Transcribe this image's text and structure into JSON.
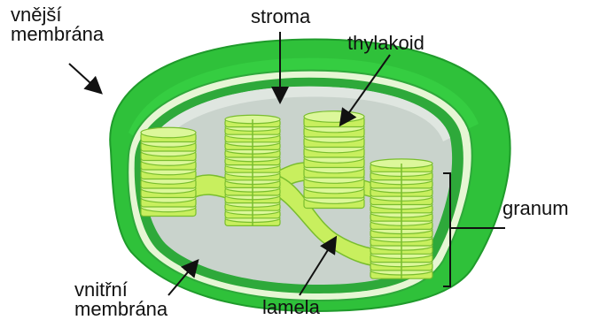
{
  "labels": {
    "outer_membrane": [
      "vnější",
      "membrána"
    ],
    "stroma": "stroma",
    "thylakoid": "thylakoid",
    "granum": "granum",
    "inner_membrane": [
      "vnitřní",
      "membrána"
    ],
    "lamella": "lamela"
  },
  "colors": {
    "outer_membrane": "#2fc13a",
    "outer_membrane_dark": "#1f9b2b",
    "inner_membrane": "#2ea93a",
    "membrane_gap": "#e6f6d4",
    "stroma": "#c9d3cc",
    "stroma_rim": "#dfe6e0",
    "thylakoid": "#c8ef5e",
    "thylakoid_edge": "#79bd2e",
    "lamella": "#c8ef5e",
    "text": "#111111",
    "arrow": "#111111"
  },
  "granum_disc_counts": [
    9,
    14,
    9,
    14
  ]
}
